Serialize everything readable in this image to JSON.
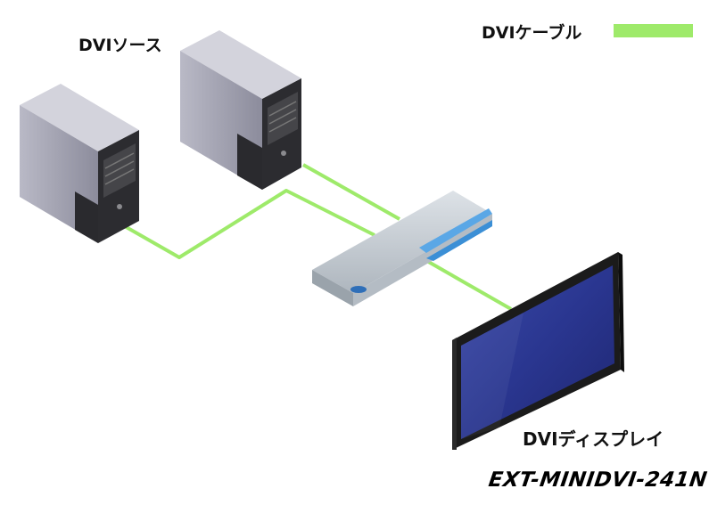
{
  "labels": {
    "source": "DVIソース",
    "cable": "DVIケーブル",
    "display": "DVIディスプレイ",
    "model": "EXT-MINIDVI-241N"
  },
  "colors": {
    "cable": "#9eea6a",
    "tower_front": "#2b2b2f",
    "tower_side": "#a8a8b8",
    "tower_top": "#cfcfd8",
    "switch_body": "#c9cfd6",
    "switch_accent": "#3b8fd6",
    "screen": "#2e3c9a",
    "bezel": "#1e1e1e"
  },
  "icons": [
    "tower-pc-icon",
    "kvm-switch-icon",
    "monitor-icon"
  ]
}
